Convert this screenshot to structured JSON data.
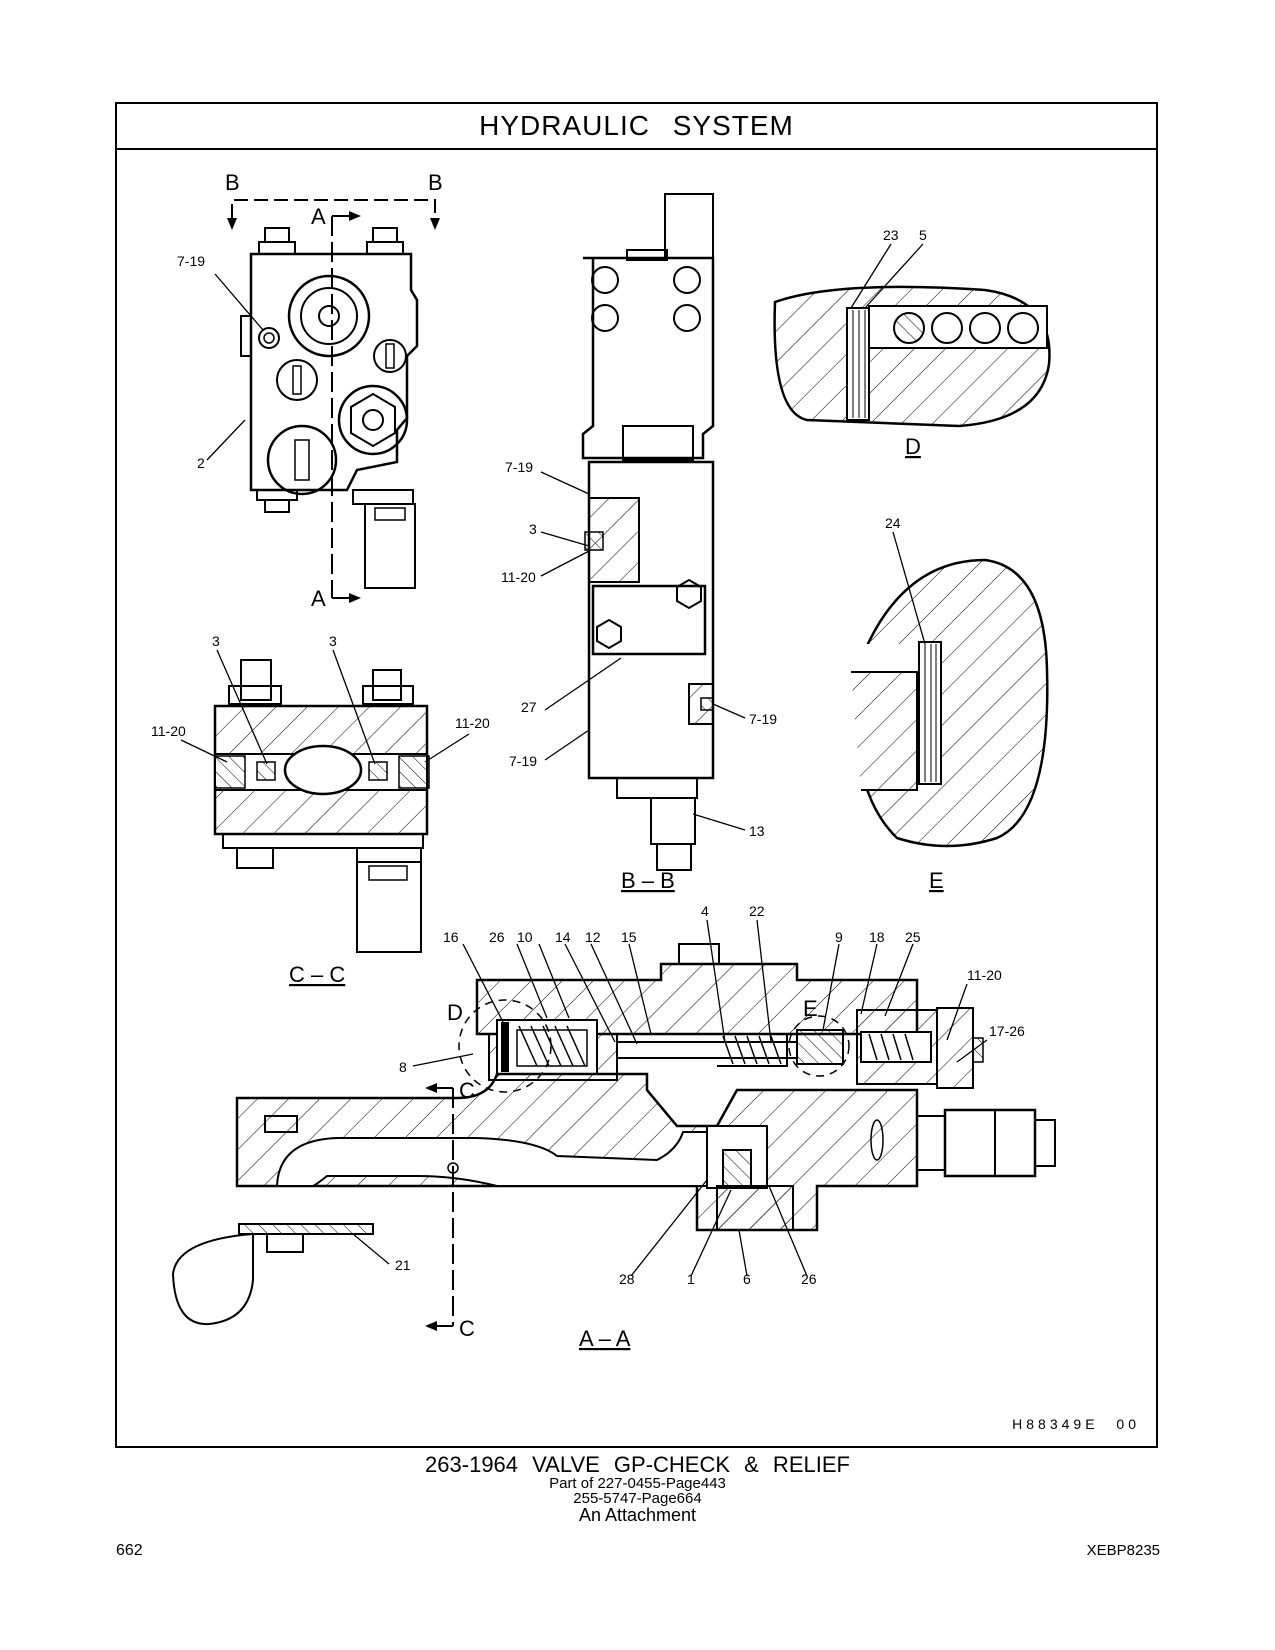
{
  "header": {
    "title": "HYDRAULIC   SYSTEM"
  },
  "illustration_id": "H88349E  00",
  "views": {
    "top": {
      "labels": [
        "B",
        "B",
        "A",
        "A",
        "7-19",
        "2"
      ]
    },
    "cc": {
      "labels": [
        "3",
        "3",
        "11-20",
        "11-20"
      ],
      "title": "C – C"
    },
    "bb": {
      "labels": [
        "7-19",
        "3",
        "11-20",
        "27",
        "7-19",
        "7-19",
        "13"
      ],
      "title": "B – B"
    },
    "d": {
      "labels": [
        "23",
        "5"
      ],
      "title": "D"
    },
    "e": {
      "labels": [
        "24"
      ],
      "title": "E"
    },
    "aa": {
      "labels": [
        "16",
        "26",
        "10",
        "14",
        "12",
        "15",
        "4",
        "22",
        "9",
        "18",
        "25",
        "11-20",
        "17-26",
        "8",
        "21",
        "28",
        "1",
        "6",
        "26",
        "D",
        "E",
        "C",
        "C"
      ],
      "title": "A – A"
    }
  },
  "footer": {
    "part_title": "263-1964  VALVE  GP-CHECK  &  RELIEF",
    "part_of": "Part of 227-0455-Page443",
    "part_of_2": "255-5747-Page664",
    "attachment": "An Attachment",
    "page_number": "662",
    "doc_code": "XEBP8235"
  }
}
